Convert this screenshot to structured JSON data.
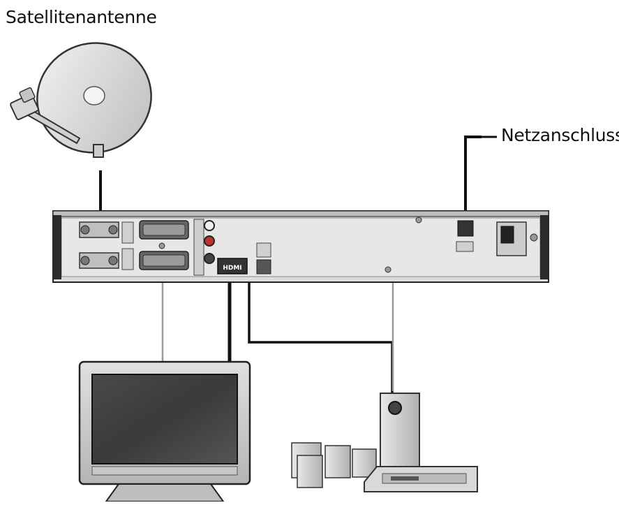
{
  "labels": {
    "satellite_antenna": "Satellitenantenne",
    "power_connection": "Netzanschluss"
  },
  "receiver_markings": {
    "hdmi": "HDMI"
  },
  "colors": {
    "thick_cable": "#111111",
    "thin_cable": "#9a9a9a",
    "device_gray": "#c8c8c8",
    "receiver_panel": "#dcdcdc"
  }
}
